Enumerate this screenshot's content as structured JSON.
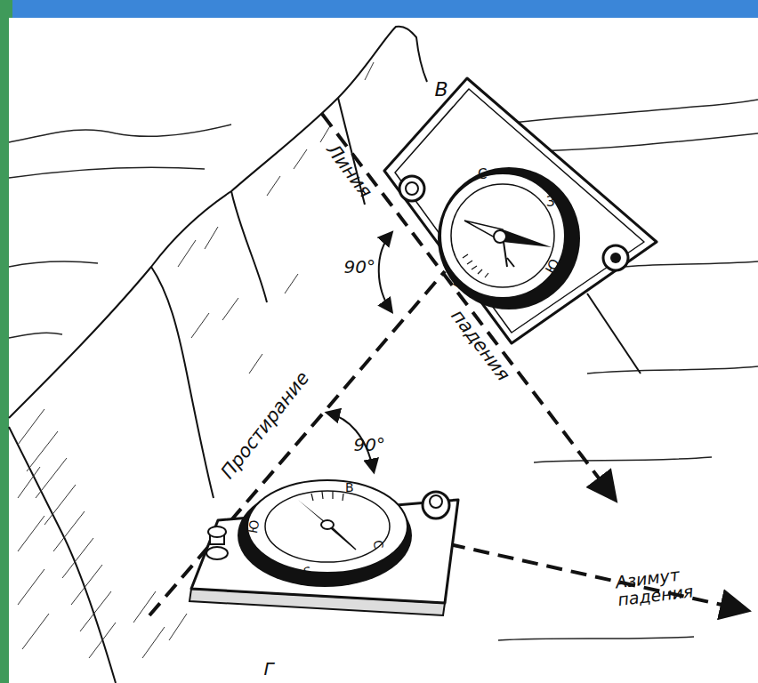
{
  "diagram": {
    "labels": [
      "В",
      "Линия",
      "90°",
      "падения",
      "Простирание",
      "90°",
      "Азимут падения",
      "Г",
      "С",
      "З",
      "Ю",
      "В",
      "Ю",
      "В",
      "С",
      "З"
    ]
  }
}
